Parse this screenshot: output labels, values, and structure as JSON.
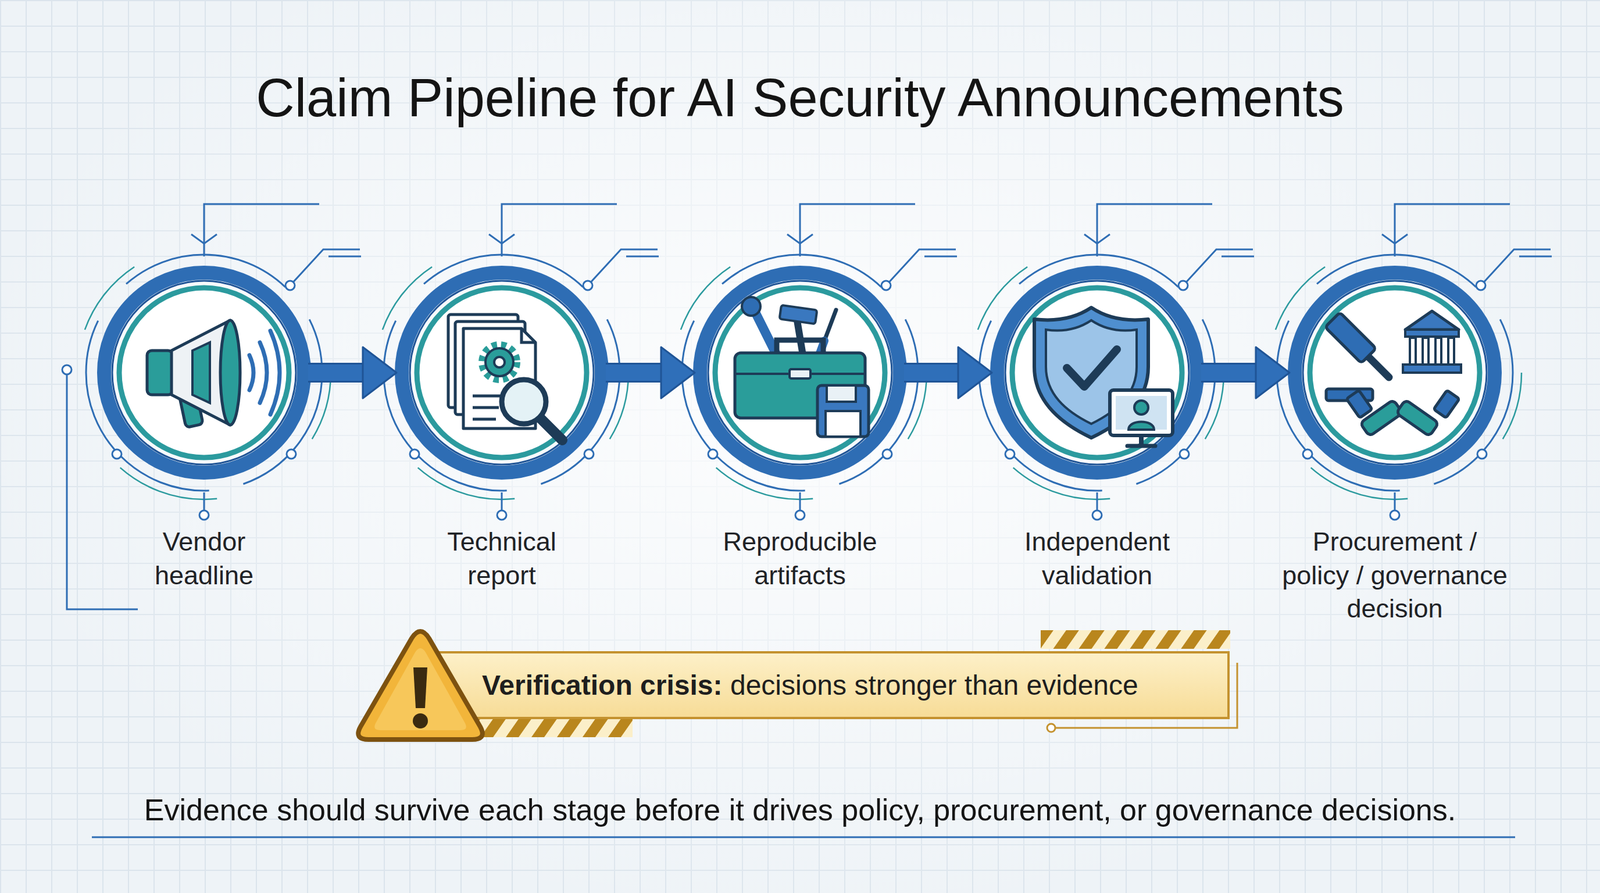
{
  "diagram": {
    "title": "Claim Pipeline for AI Security Announcements",
    "caption": "Evidence should survive each stage before it drives policy, procurement, or governance decisions.",
    "nodes": [
      {
        "text": [
          "Vendor headline"
        ]
      },
      {
        "text": [
          "Technical report"
        ]
      },
      {
        "text": [
          "Reproducible artifacts"
        ]
      },
      {
        "text": [
          "Independent validation"
        ]
      },
      {
        "text": [
          "Procurement / policy / governance decision"
        ]
      },
      {
        "text": [
          "Verification crisis:",
          "decisions stronger than evidence"
        ]
      }
    ],
    "edges": [
      {
        "from": 0,
        "to": 1,
        "arrow": "to"
      },
      {
        "from": 1,
        "to": 2,
        "arrow": "to"
      },
      {
        "from": 2,
        "to": 3,
        "arrow": "to"
      },
      {
        "from": 3,
        "to": 4,
        "arrow": "to"
      }
    ]
  }
}
